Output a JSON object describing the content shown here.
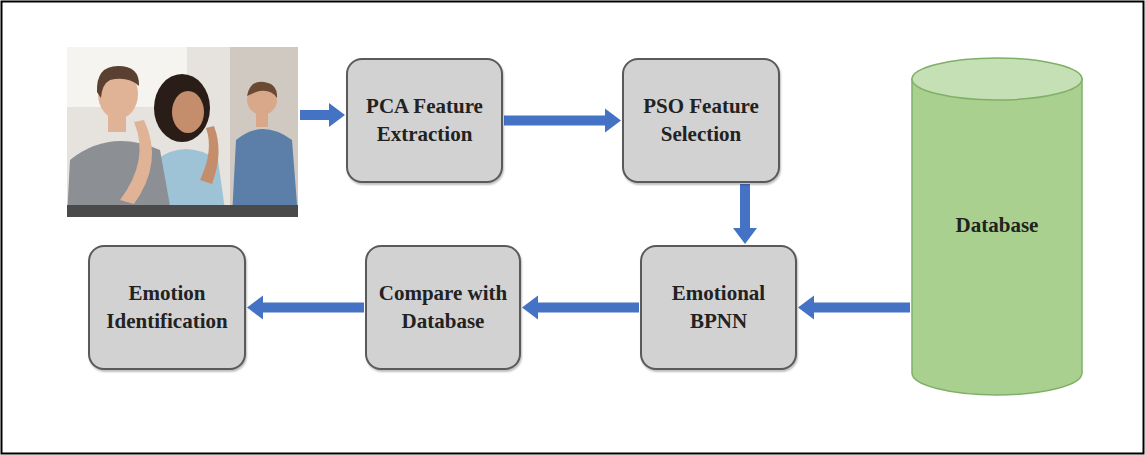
{
  "diagram": {
    "nodes": [
      {
        "text": [
          "PCA Feature Extraction"
        ]
      },
      {
        "text": [
          "PSO Feature Selection"
        ]
      },
      {
        "text": [
          "Database"
        ]
      },
      {
        "text": [
          "Emotional BPNN"
        ]
      },
      {
        "text": [
          "Compare with Database"
        ]
      },
      {
        "text": [
          "Emotion Identification"
        ]
      }
    ],
    "edges": [
      {
        "from": 0,
        "to": 1,
        "arrow": "to"
      },
      {
        "from": 1,
        "to": 3,
        "arrow": "to"
      },
      {
        "from": 2,
        "to": 3,
        "arrow": "to"
      },
      {
        "from": 3,
        "to": 4,
        "arrow": "to"
      },
      {
        "from": 4,
        "to": 5,
        "arrow": "to"
      }
    ]
  }
}
